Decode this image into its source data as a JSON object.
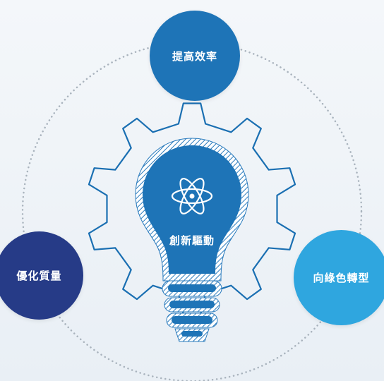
{
  "center": {
    "label": "創新驅動",
    "icon": "atom-icon"
  },
  "nodes": [
    {
      "label": "提高效率",
      "color": "#1e74b7"
    },
    {
      "label": "優化質量",
      "color": "#263b87"
    },
    {
      "label": "向綠色轉型",
      "color": "#2fa6df"
    }
  ],
  "colors": {
    "gear_outline": "#1a6fb2",
    "bulb_fill": "#1e74b7",
    "hatch": "#2a7bbd",
    "dotted_ring": "#a9b3bd"
  }
}
